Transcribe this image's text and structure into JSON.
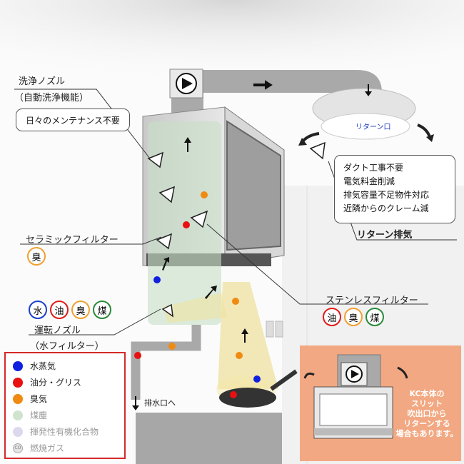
{
  "labels": {
    "wash_nozzle": "洗浄ノズル",
    "wash_nozzle_sub": "（自動洗浄機能）",
    "ceramic_filter": "セラミックフィルター",
    "operation_nozzle": "運転ノズル",
    "water_filter": "（水フィルター）",
    "stainless_filter": "ステンレスフィルター",
    "return_port": "リターン口",
    "return_exhaust": "リターン排気",
    "drain": "排水口へ"
  },
  "callouts": {
    "maintenance": "日々のメンテナンス不要",
    "return_benefits": [
      "ダクト工事不要",
      "電気料金削減",
      "排気容量不足物件対応",
      "近隣からのクレーム減"
    ]
  },
  "chips": {
    "ceramic": [
      {
        "text": "臭",
        "color": "#f0a030"
      }
    ],
    "water": [
      {
        "text": "水",
        "color": "#1a3fc8"
      },
      {
        "text": "油",
        "color": "#e01b1b"
      },
      {
        "text": "臭",
        "color": "#f0a030"
      },
      {
        "text": "煤",
        "color": "#2a8a3a"
      }
    ],
    "stainless": [
      {
        "text": "油",
        "color": "#e01b1b"
      },
      {
        "text": "臭",
        "color": "#f0a030"
      },
      {
        "text": "煤",
        "color": "#2a8a3a"
      }
    ]
  },
  "legend": [
    {
      "label": "水蒸気",
      "color": "#1020e0",
      "text_color": "#222"
    },
    {
      "label": "油分・グリス",
      "color": "#e81010",
      "text_color": "#222"
    },
    {
      "label": "臭気",
      "color": "#f08a10",
      "text_color": "#222"
    },
    {
      "label": "煤塵",
      "color": "#cfe3cf",
      "text_color": "#9a9a9a"
    },
    {
      "label": "揮発性有機化合物",
      "color": "#ddd8ee",
      "text_color": "#9a9a9a"
    },
    {
      "label": "燃焼ガス",
      "color": "#e4e4e4",
      "text_color": "#9a9a9a",
      "icon_text": "CO"
    }
  ],
  "inset": {
    "note": "KC本体の\nスリット\n吹出口から\nリターンする\n場合もあります。",
    "bg_color": "#f2a882"
  }
}
